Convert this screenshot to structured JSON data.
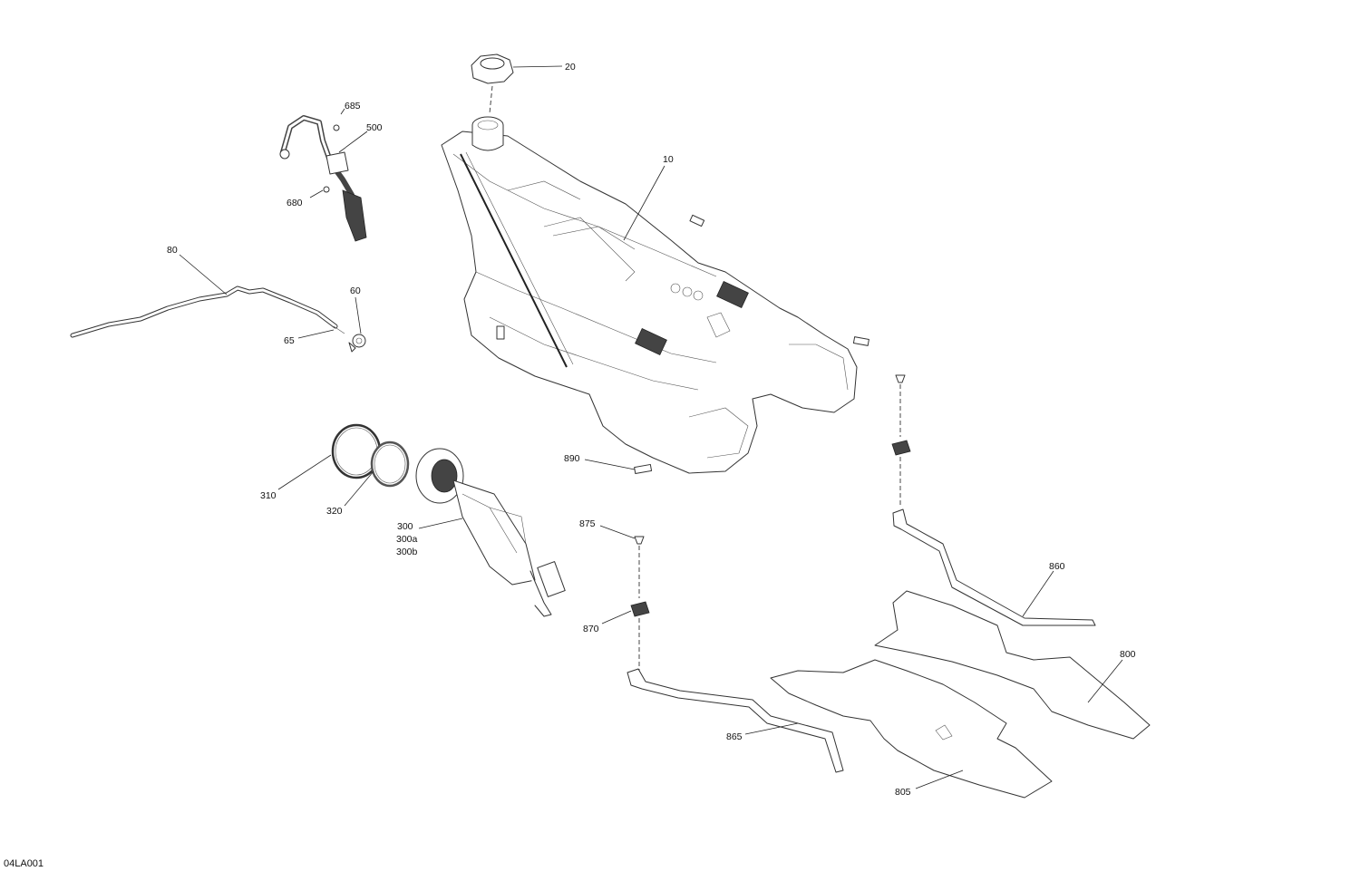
{
  "reference_code": "04LA001",
  "callouts": [
    {
      "id": "20",
      "label": "20"
    },
    {
      "id": "685",
      "label": "685"
    },
    {
      "id": "500",
      "label": "500"
    },
    {
      "id": "10",
      "label": "10"
    },
    {
      "id": "680",
      "label": "680"
    },
    {
      "id": "80",
      "label": "80"
    },
    {
      "id": "60",
      "label": "60"
    },
    {
      "id": "65",
      "label": "65"
    },
    {
      "id": "890",
      "label": "890"
    },
    {
      "id": "310",
      "label": "310"
    },
    {
      "id": "320",
      "label": "320"
    },
    {
      "id": "300",
      "label": "300"
    },
    {
      "id": "300a",
      "label": "300a"
    },
    {
      "id": "300b",
      "label": "300b"
    },
    {
      "id": "875",
      "label": "875"
    },
    {
      "id": "870",
      "label": "870"
    },
    {
      "id": "860",
      "label": "860"
    },
    {
      "id": "800",
      "label": "800"
    },
    {
      "id": "865",
      "label": "865"
    },
    {
      "id": "805",
      "label": "805"
    }
  ]
}
